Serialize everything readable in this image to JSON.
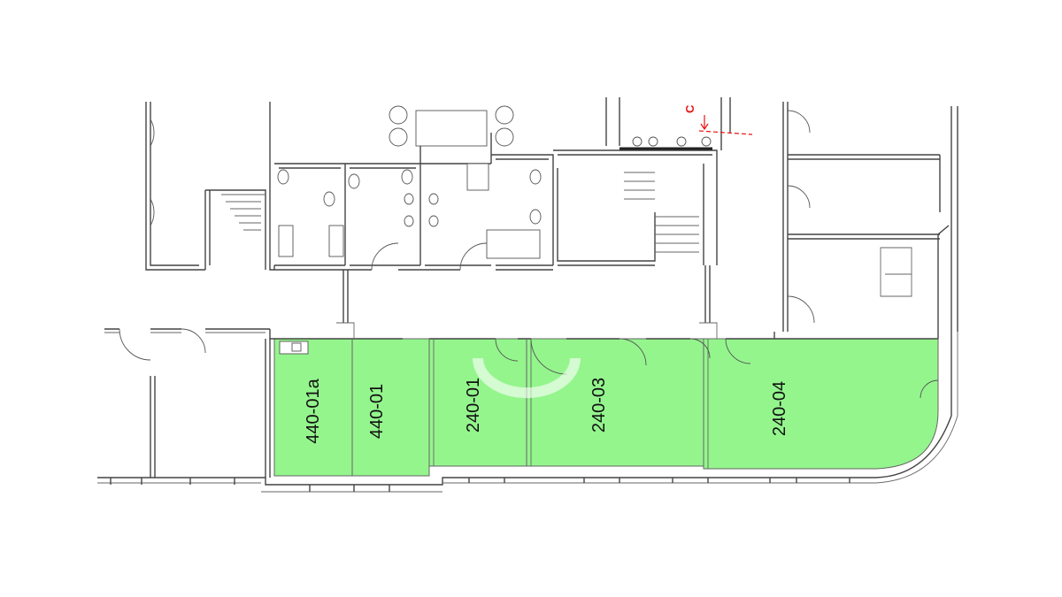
{
  "floor_plan": {
    "rooms": [
      {
        "id": "440-01a",
        "label": "440-01a",
        "highlighted": true
      },
      {
        "id": "440-01",
        "label": "440-01",
        "highlighted": true
      },
      {
        "id": "240-01",
        "label": "240-01",
        "highlighted": true
      },
      {
        "id": "240-03",
        "label": "240-03",
        "highlighted": true
      },
      {
        "id": "240-04",
        "label": "240-04",
        "highlighted": true
      }
    ],
    "section_marker": {
      "label": "C",
      "color": "#e11111"
    },
    "highlight_color": "#94f58d"
  }
}
